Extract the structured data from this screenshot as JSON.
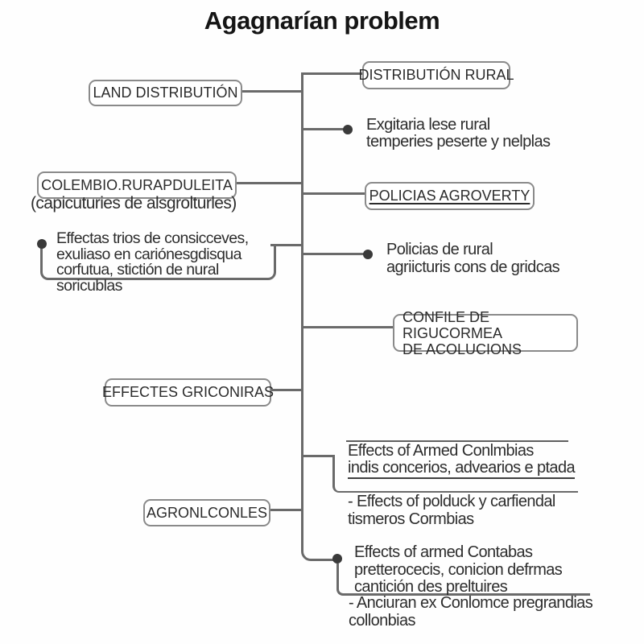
{
  "title": "Agagnarían problem",
  "colors": {
    "line": "#6a6a6a",
    "box_border": "#8a8a8a",
    "text": "#2d2d2d",
    "title": "#151515",
    "bullet": "#3a3a3a"
  },
  "left": {
    "land_box_label": "LAND DISTRIBUTIÓN",
    "colembio_box_label": "COLEMBIO.RURAPDULEITA",
    "colembio_caption": "(capicuturies de alsgrolturles)",
    "effectas_note": "Effectas trios de consicceves,\nexuliaso en cariónesgdisqua\ncorfutua, stictión de nural\nsoricublas",
    "effectes_box_label": "EFFECTES GRICONIRAS",
    "agronl_box_label": "AGRONLCONLES"
  },
  "right": {
    "distribucion_box_label": "DISTRIBUTIÓN RURAL",
    "exgitaria_note": "Exgitaria lese rural\ntemperies peserte y nelplas",
    "policias_box_label": "POLICIAS AGROVERTY",
    "policias_note": "Policias de rural\nagriicturis cons de gridcas",
    "confile_box_label": "CONFILE DE RIGUCORMEA\nDE ACOLUCIONS",
    "armed_note_line1": "Effects of Armed Conlmbias",
    "armed_note_line2": "indis concerios, advearios e ptada",
    "armed_sub_note": "- Effects of polduck y carfiendal\ntismeros Cormbias",
    "contabas_note": "Effects of armed Contabas\npretterocecis, conicion defrmas\ncantición des preltuires",
    "contabas_sub_note": "- Anciuran ex Conlomce pregrandias\ncollonbias"
  }
}
